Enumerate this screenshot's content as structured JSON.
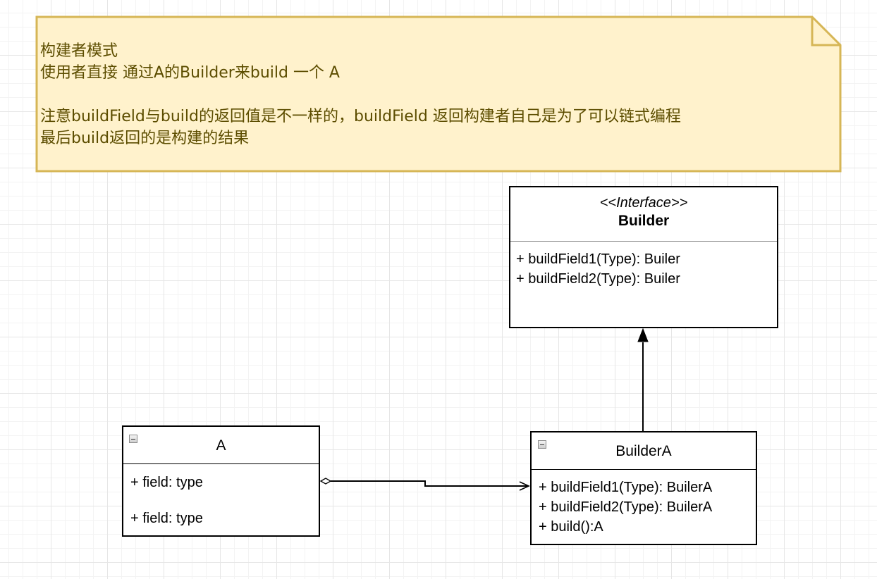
{
  "note": {
    "lines": [
      "构建者模式",
      "使用者直接 通过A的Builder来build 一个 A",
      "",
      "注意buildField与build的返回值是不一样的，buildField 返回构建者自己是为了可以链式编程",
      "最后build返回的是构建的结果"
    ],
    "fill": "#fff2cc",
    "border": "#d6b656",
    "text_color": "#5c4d00"
  },
  "builder_interface": {
    "stereotype": "<<Interface>>",
    "name": "Builder",
    "members": [
      "+ buildField1(Type): Builer",
      "+ buildField2(Type): Builer"
    ]
  },
  "class_a": {
    "name": "A",
    "members": [
      "+ field: type",
      "+ field: type"
    ]
  },
  "builder_a": {
    "name": "BuilderA",
    "members": [
      "+ buildField1(Type): BuilerA",
      "+ buildField2(Type): BuilerA",
      "+ build():A"
    ]
  }
}
